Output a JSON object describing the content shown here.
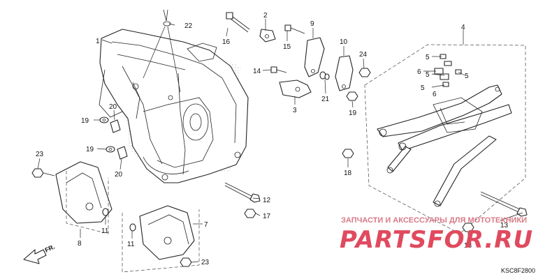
{
  "diagram": {
    "callouts": [
      "1",
      "2",
      "3",
      "4",
      "5",
      "5",
      "5",
      "5",
      "6",
      "6",
      "7",
      "8",
      "9",
      "10",
      "11",
      "11",
      "12",
      "13",
      "14",
      "15",
      "16",
      "17",
      "18",
      "18",
      "19",
      "19",
      "19",
      "20",
      "20",
      "21",
      "22",
      "23",
      "23",
      "24"
    ],
    "diagram_code": "KSC8F2800",
    "front_label": "FR.",
    "watermark": {
      "caption": "ЗАПЧАСТИ И АКСЕССУАРЫ ДЛЯ МОТОТЕХНИКИ",
      "logo": "PARTSFOR.RU"
    }
  }
}
